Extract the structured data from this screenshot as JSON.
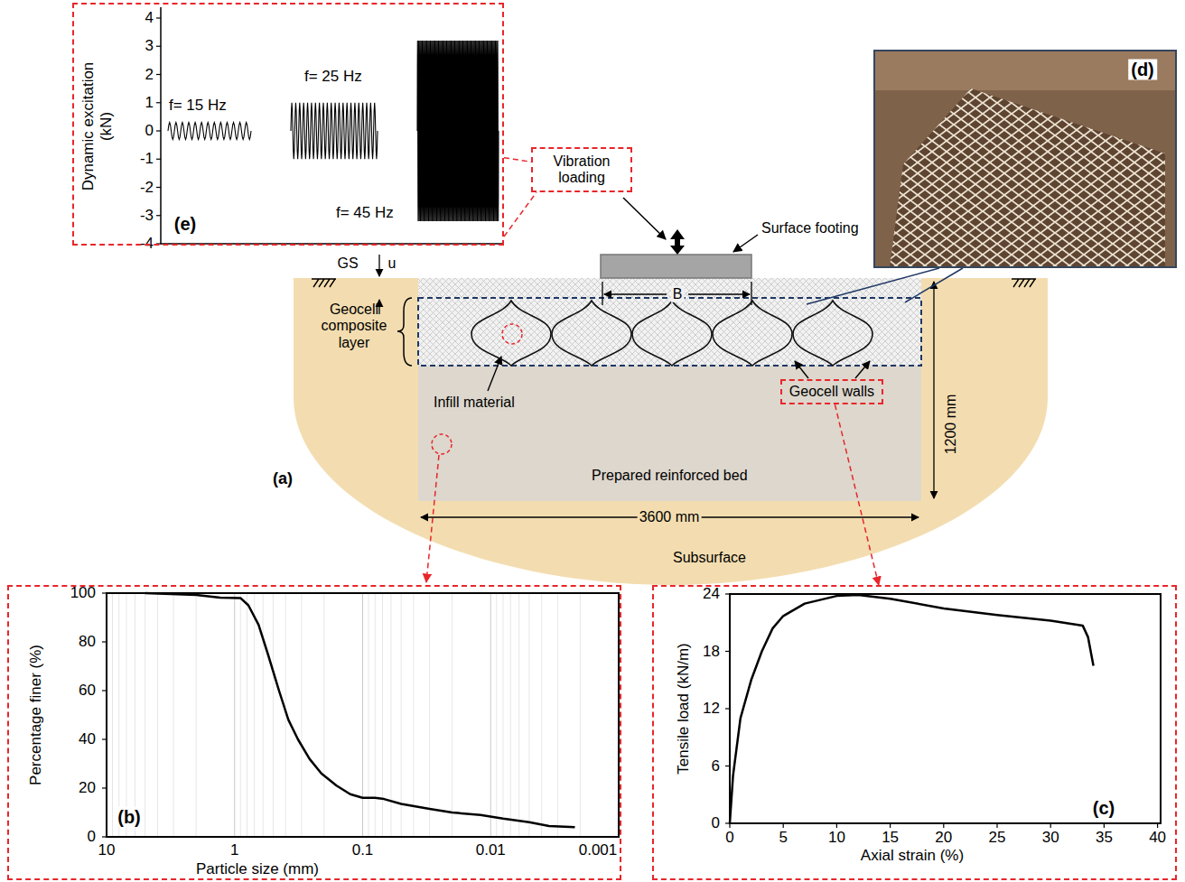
{
  "diagram": {
    "nodes": [
      {
        "text": [
          "(e)"
        ]
      },
      {
        "text": [
          "Vibration loading"
        ]
      },
      {
        "text": [
          "(d)"
        ]
      },
      {
        "text": [
          "Geocell walls"
        ]
      },
      {
        "text": [
          "(b)"
        ]
      },
      {
        "text": [
          "(c)"
        ]
      }
    ],
    "edges": [
      {
        "from": 0,
        "to": 1,
        "arrow": "none"
      },
      {
        "from": 3,
        "to": 5,
        "arrow": "to"
      }
    ],
    "labels": [
      "4",
      "3",
      "2",
      "1",
      "0",
      "-1",
      "-2",
      "-3",
      "-4",
      "Dynamic excitation (kN)",
      "f= 15 Hz",
      "f= 25 Hz",
      "f= 45 Hz",
      "Surface footing",
      "GS",
      "u",
      "B",
      "Geocell composite layer",
      "Infill material",
      "1200 mm",
      "(a)",
      "Prepared reinforced bed",
      "3600 mm",
      "Subsurface",
      "100",
      "80",
      "60",
      "40",
      "20",
      "0",
      "10",
      "1",
      "0.1",
      "0.01",
      "0.001",
      "Percentage finer (%)",
      "Particle size (mm)",
      "24",
      "18",
      "12",
      "6",
      "0",
      "0",
      "5",
      "10",
      "15",
      "20",
      "25",
      "30",
      "35",
      "40",
      "Tensile load (kN/m)",
      "Axial strain (%)"
    ]
  }
}
